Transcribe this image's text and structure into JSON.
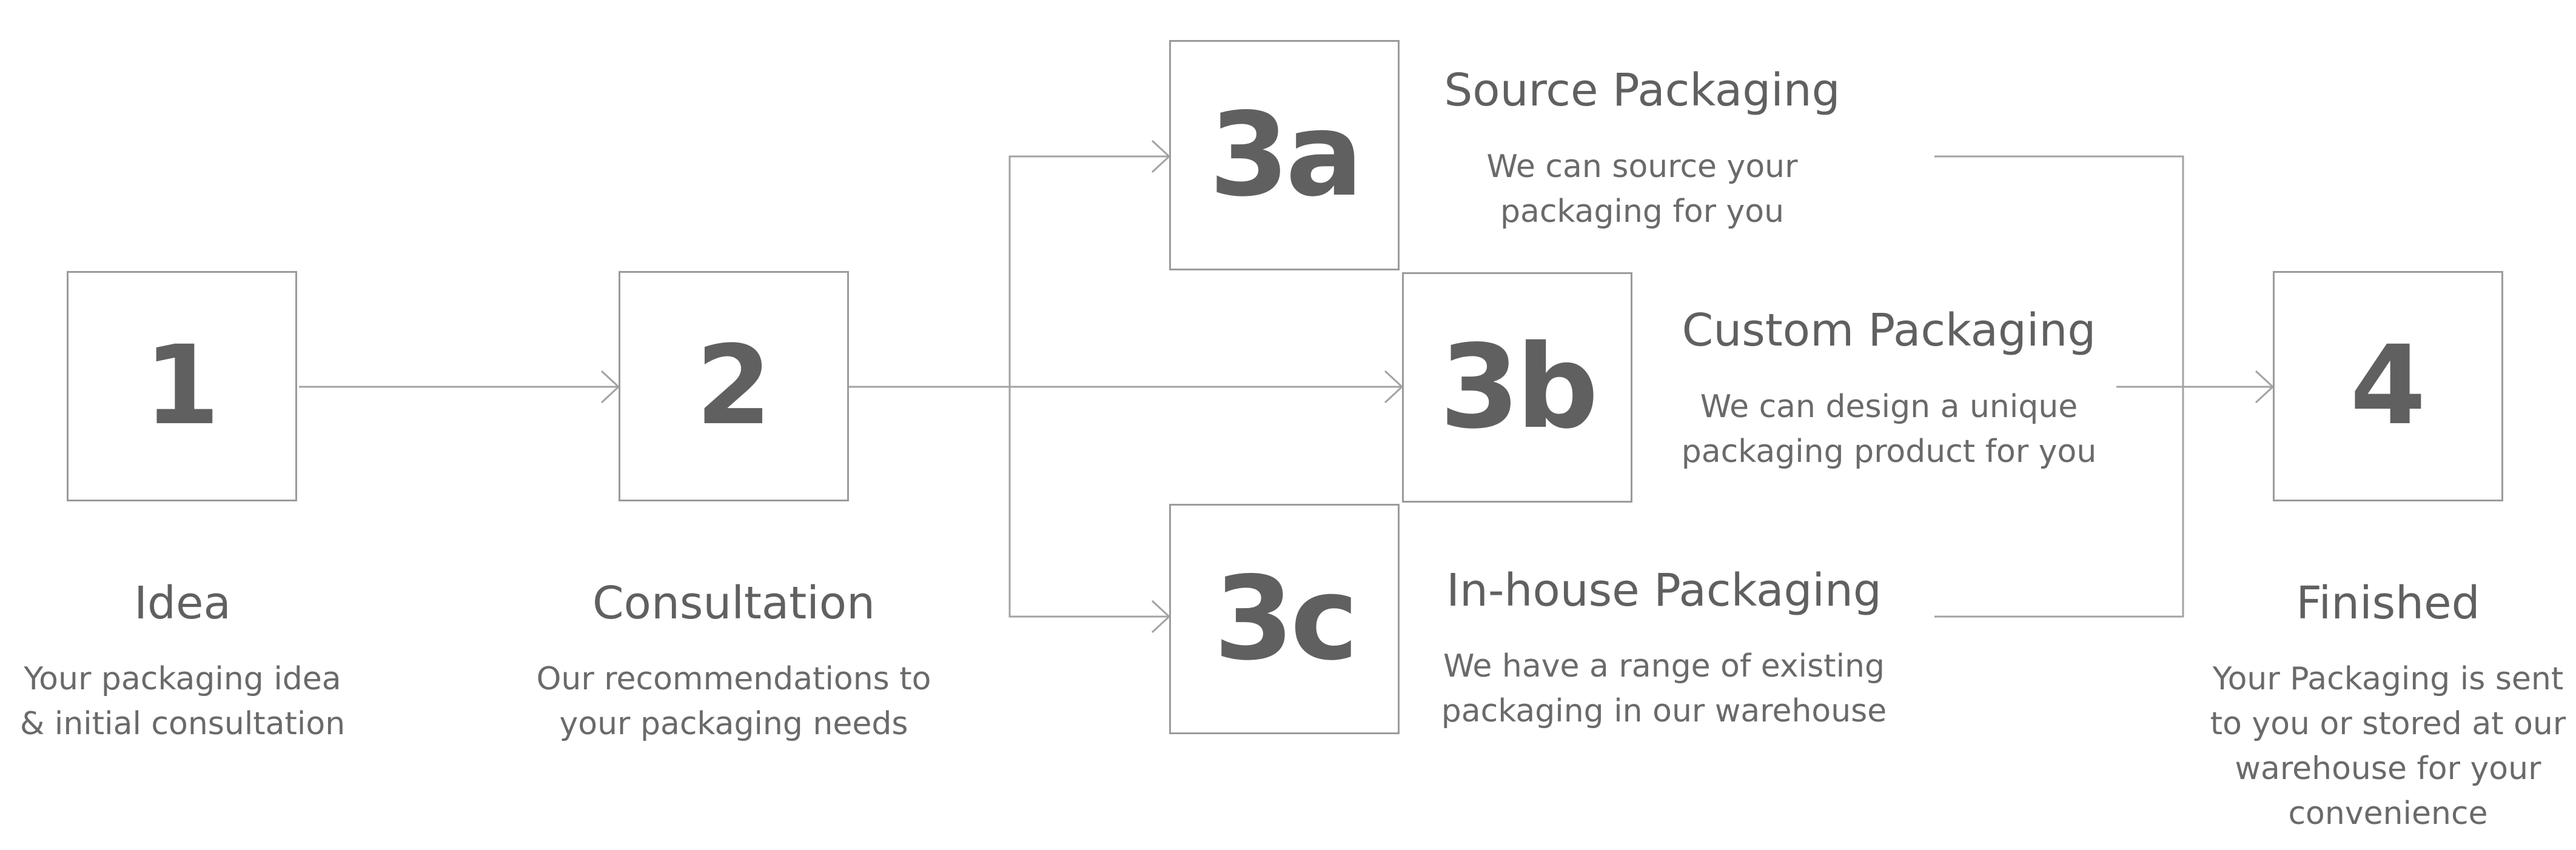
{
  "steps": {
    "s1": {
      "number": "1",
      "title": "Idea",
      "description": "Your packaging idea\n& initial consultation"
    },
    "s2": {
      "number": "2",
      "title": "Consultation",
      "description": "Our recommendations to\nyour packaging needs"
    },
    "s3a": {
      "number": "3a",
      "title": "Source Packaging",
      "description": "We can source your\npackaging for you"
    },
    "s3b": {
      "number": "3b",
      "title": "Custom Packaging",
      "description": "We can design a unique\npackaging product for you"
    },
    "s3c": {
      "number": "3c",
      "title": "In-house Packaging",
      "description": "We have a range of existing\npackaging in our warehouse"
    },
    "s4": {
      "number": "4",
      "title": "Finished",
      "description": "Your Packaging is sent\nto you or stored at our\nwarehouse for your\nconvenience"
    }
  },
  "colors": {
    "line": "#a3a3a3",
    "box_border": "#9b9b9b",
    "text": "#606060"
  }
}
